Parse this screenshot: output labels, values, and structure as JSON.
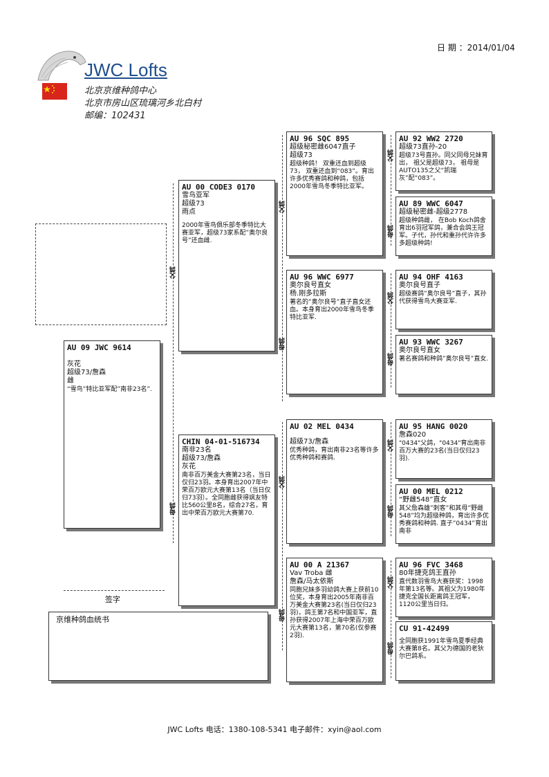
{
  "header": {
    "date_label": "日 期 ：2014/01/04",
    "title": "JWC Lofts",
    "line1": "北京京维种鸽中心",
    "line2": "北京市房山区琉璃河乡北白村",
    "line3": "邮编：102431",
    "flag_color": "#d8261c"
  },
  "labels": {
    "father": "父鸽",
    "mother": "母鸽",
    "signature": "签字",
    "cert": "京维种鸽血统书"
  },
  "footer": "JWC Lofts 电话：1380-108-5341  电子邮件：xyin@aol.com",
  "subject": {
    "ring": "AU 09 JWC 9614",
    "lines": [
      "",
      " 灰花",
      "超级73/詹森",
      "雌"
    ],
    "desc": "“雪鸟”特比亚军配”南非23名”."
  },
  "father": {
    "ring": "AU 00 CODE3 0170",
    "lines": [
      "雪鸟亚军",
      "  超级73",
      "  雨点"
    ],
    "desc": "2000年雪鸟俱乐部冬季特比大赛亚军，超级73家系配”奥尔良号”还血雌."
  },
  "mother": {
    "ring": "CHIN 04-01-516734",
    "lines": [
      "南非23名",
      "超级73/詹森",
      "  灰花"
    ],
    "desc": "南非百万美金大赛第23名，当日仅归23羽。本身育出2007年中荣百万欧元大赛第13名（当日仅归73羽）。全同胞雌获得飒友特比560公里8名，综合27名，育出中荣百万欧元大赛第70."
  },
  "ff": {
    "ring": "AU 96 SQC 895",
    "lines": [
      "超级秘密雌6047直子",
      "  超级73"
    ],
    "desc": "超级种鸽！ 双重还血到超级73， 双重还血到“083”。育出许多优秀赛鸽和种鸽，包括2000年雪鸟冬季特比亚军。"
  },
  "fm": {
    "ring": "AU 96 WWC 6977",
    "lines": [
      "奥尔良号直女",
      " 杨.刚多拉斯"
    ],
    "desc": "著名的”奥尔良号”直子直女还血。本身育出2000年雪鸟冬季特比亚军."
  },
  "mf": {
    "ring": "AU 02 MEL 0434",
    "lines": [
      "",
      "超级73/詹森"
    ],
    "desc": "优秀种鸽，育出南非23名等许多优秀种鸽和赛鸽."
  },
  "mm": {
    "ring": "AU 00 A 21367",
    "lines": [
      "Vav Troba 雌",
      " 詹森/马太依斯"
    ],
    "desc": "同胞兄妹多羽幼鸽大赛上获前10位奖，本身育出2005年南非百万美金大赛第23名(当日仅归23羽)，鸽王第7名和中国亚军，直孙获得2007年上海中荣百万欧元大赛第13名，第70名(仅参赛2羽)."
  },
  "fff": {
    "ring": "AU 92 WW2 2720",
    "lines": [
      "超级73直孙-20"
    ],
    "desc": "超级73号直孙。同父同母兄妹育出， 祖父是超级73， 祖母是AUTO135之父“凯瑞灰”配“083”。"
  },
  "ffm": {
    "ring": "AU 89 WWC 6047",
    "lines": [
      "超级秘密雌-超级2778"
    ],
    "desc": "超级种鸽雌，  在Bob Koch鸽舍育出6羽冠军鸽，兼合会鸽王冠军。子代，孙代和重孙代许许多多超级种鸽!"
  },
  "fmf": {
    "ring": "AU 94 OHF 4163",
    "lines": [
      "奥尔良号直子"
    ],
    "desc": "超级赛鸽”奥尔良号”直子，其孙代获得雪鸟大赛亚军."
  },
  "fmm": {
    "ring": "AU 93 WWC 3267",
    "lines": [
      "奥尔良号直女"
    ],
    "desc": "著名赛鸽和种鸽”奥尔良号”直女."
  },
  "mff": {
    "ring": "AU 95 HANG 0020",
    "lines": [
      "詹森020"
    ],
    "desc": "\"0434\"父鸽，\"0434\"育出南非百万大赛的23名(当日仅归23羽)."
  },
  "mfm": {
    "ring": "AU 00 MEL 0212",
    "lines": [
      "“野雌548”直女"
    ],
    "desc": "其父詹森雄”刺客”和其母”野雌548”均为超级种鸽，育出许多优秀赛鸽和种鸽. 直子”0434”育出南非"
  },
  "mmf": {
    "ring": "AU 96 FVC 3468",
    "lines": [
      "80年捷克鸽王直孙"
    ],
    "desc": "直代数羽雪鸟大赛获奖：1998年第13名等。其祖父为1980年捷克全国长距离鸽王冠军，1120公里当日归。"
  },
  "mmm": {
    "ring": "CU 91-42499",
    "lines": [
      ""
    ],
    "desc": "全同胞获1991年雪鸟夏季经典大赛第8名。其父为德国的老狄尔巴鸽系。"
  }
}
